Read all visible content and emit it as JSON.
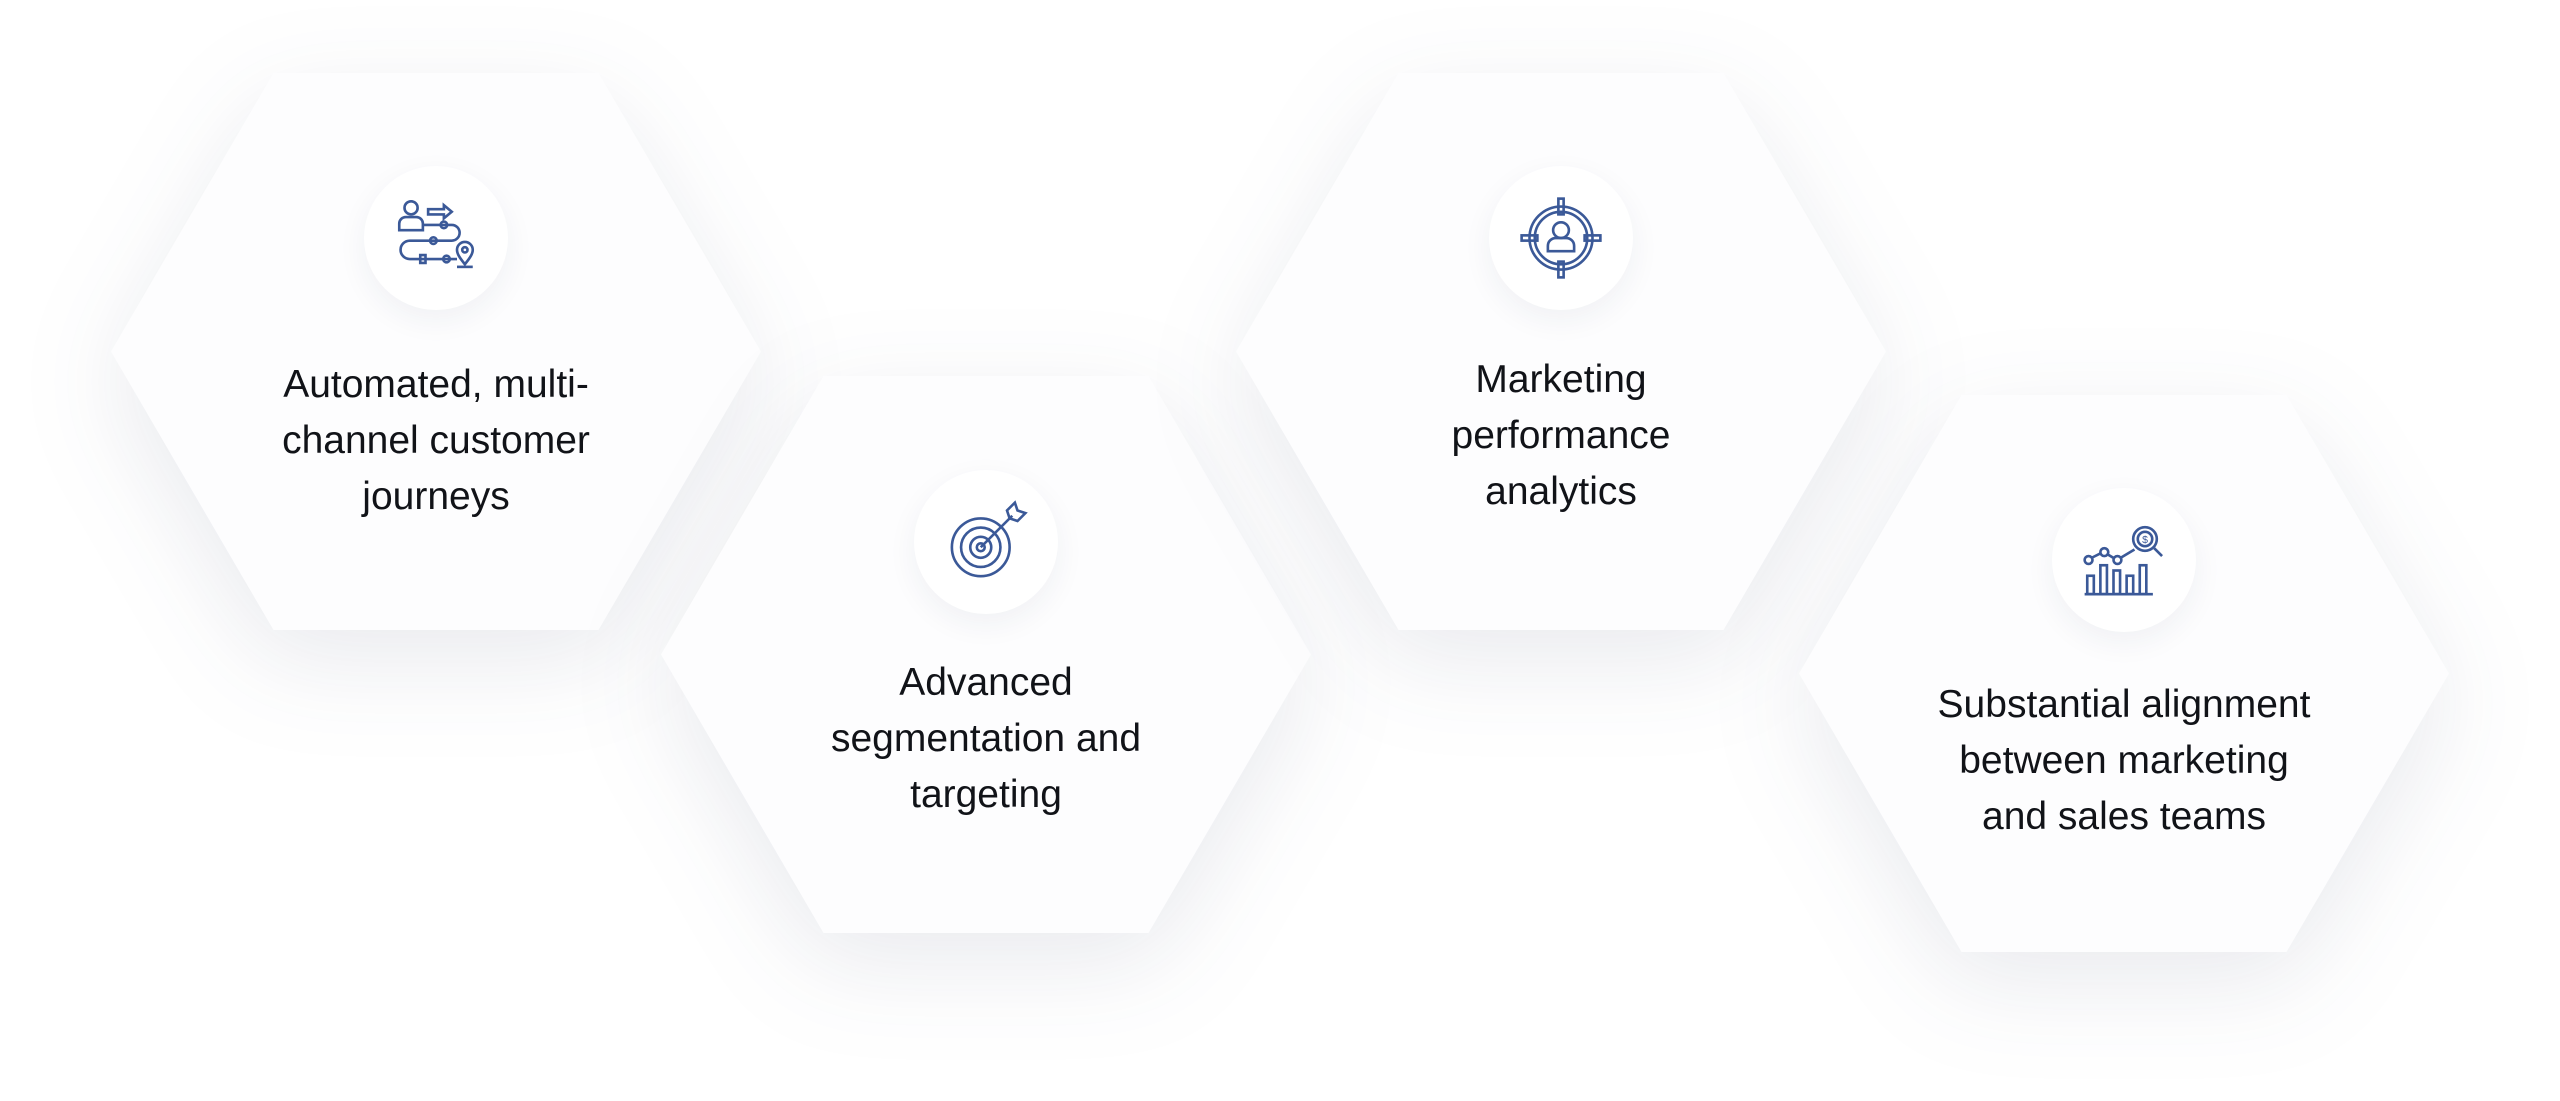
{
  "icon_color": "#3b5998",
  "features": [
    {
      "icon": "customer-journey-icon",
      "lines": [
        "Automated, multi-",
        "channel customer",
        "journeys"
      ]
    },
    {
      "icon": "target-arrow-icon",
      "lines": [
        "Advanced",
        "segmentation and",
        "targeting"
      ]
    },
    {
      "icon": "person-crosshair-icon",
      "lines": [
        "Marketing",
        "performance",
        "analytics"
      ]
    },
    {
      "icon": "chart-dollar-magnifier-icon",
      "lines": [
        "Substantial alignment",
        "between marketing",
        "and sales teams"
      ]
    }
  ]
}
